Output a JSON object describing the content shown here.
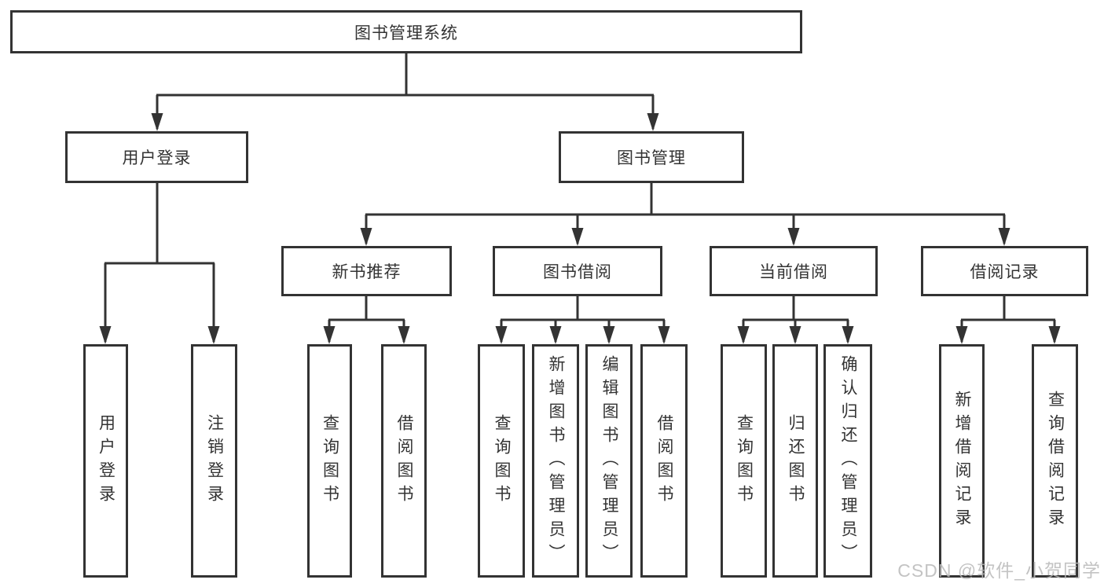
{
  "diagram": {
    "root": {
      "label": "图书管理系统"
    },
    "level2": [
      {
        "label": "用户登录"
      },
      {
        "label": "图书管理"
      }
    ],
    "level3": [
      {
        "label": "新书推荐"
      },
      {
        "label": "图书借阅"
      },
      {
        "label": "当前借阅"
      },
      {
        "label": "借阅记录"
      }
    ],
    "leaves": [
      {
        "label": "用户登录"
      },
      {
        "label": "注销登录"
      },
      {
        "label": "查询图书"
      },
      {
        "label": "借阅图书"
      },
      {
        "label": "查询图书"
      },
      {
        "label": "新增图书（管理员）"
      },
      {
        "label": "编辑图书（管理员）"
      },
      {
        "label": "借阅图书"
      },
      {
        "label": "查询图书"
      },
      {
        "label": "归还图书"
      },
      {
        "label": "确认归还（管理员）"
      },
      {
        "label": "新增借阅记录"
      },
      {
        "label": "查询借阅记录"
      }
    ]
  },
  "watermark": {
    "text": "CSDN @软件_小贺同学"
  },
  "colors": {
    "line": "#333333",
    "text": "#333333",
    "background": "#ffffff",
    "watermark": "#b9b9b9"
  }
}
